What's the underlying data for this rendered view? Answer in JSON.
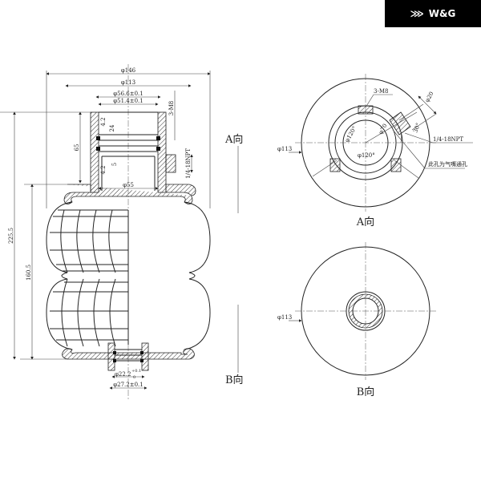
{
  "logo": {
    "text": "W&G",
    "icon": "wg-chevrons-icon"
  },
  "side_view": {
    "dims": {
      "overall_diameter": "φ146",
      "flange_diameter": "φ113",
      "fitting_outer": "φ56.6±0.1",
      "fitting_inner": "φ51.4±0.1",
      "bolt_thread": "3-M8",
      "air_port": "1/4-18NPT",
      "bore": "φ55",
      "fitting_height": "65",
      "overall_height": "225.5",
      "bellows_height": "160.5",
      "groove_a": "4.2",
      "groove_b": "24",
      "groove_c": "5",
      "groove_d": "4.2",
      "bottom_inner": "φ22.2",
      "bottom_inner_tol_upper": "+0.1",
      "bottom_inner_tol_lower": "0",
      "bottom_outer": "φ27.2±0.1"
    },
    "view_a_label": "A向",
    "view_b_label": "B向"
  },
  "view_a": {
    "title": "A向",
    "diameter": "φ113",
    "bolt_thread": "3-M8",
    "port_diameter": "φ20",
    "port_angle": "30°",
    "angle_1": "φ120°",
    "angle_2": "φ120°",
    "pcd": "φ70",
    "port_thread": "1/4-18NPT",
    "note": "此孔为气嘴通孔"
  },
  "view_b": {
    "title": "B向",
    "diameter": "φ113"
  }
}
